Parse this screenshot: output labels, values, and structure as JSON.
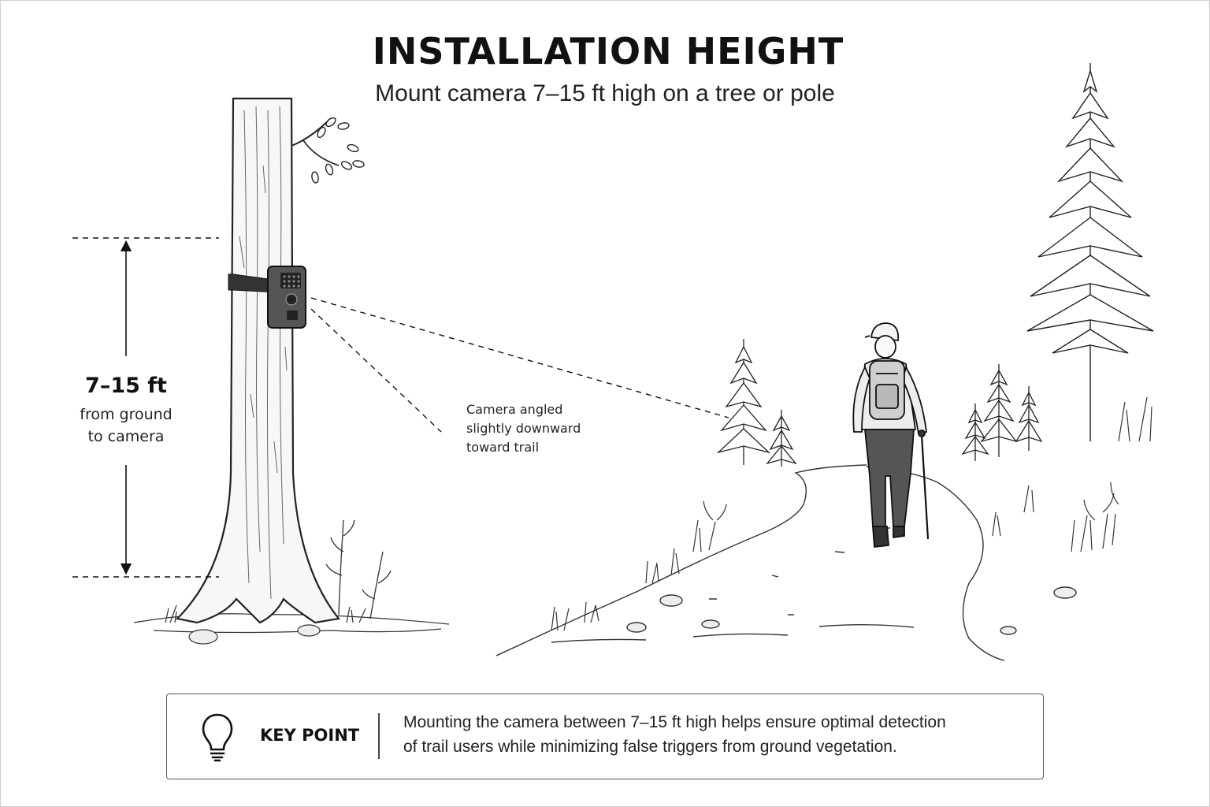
{
  "header": {
    "title": "INSTALLATION HEIGHT",
    "subtitle": "Mount camera 7–15 ft high on a tree or pole"
  },
  "measurement": {
    "value": "7–15 ft",
    "description_line1": "from ground",
    "description_line2": "to camera"
  },
  "camera_note": {
    "line1": "Camera angled",
    "line2": "slightly downward",
    "line3": "toward trail"
  },
  "key_point": {
    "icon": "lightbulb-icon",
    "label": "KEY POINT",
    "text_line1": "Mounting the camera between 7–15 ft high helps ensure optimal detection",
    "text_line2": "of trail users while minimizing false triggers from ground vegetation."
  },
  "scene_icons": [
    "tree-icon",
    "trail-camera-icon",
    "hiker-icon",
    "pine-tree-icon",
    "trail-path"
  ]
}
